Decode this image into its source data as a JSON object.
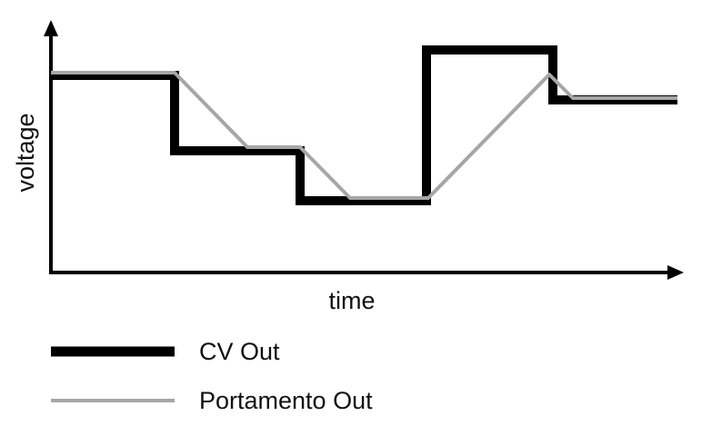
{
  "axes": {
    "x_label": "time",
    "y_label": "voltage"
  },
  "legend": [
    {
      "label": "CV Out",
      "color": "#000000",
      "style": "thick"
    },
    {
      "label": "Portamento Out",
      "color": "#a6a6a6",
      "style": "thin"
    }
  ],
  "colors": {
    "axis": "#000000",
    "cv_out": "#000000",
    "portamento_out": "#a6a6a6"
  }
}
